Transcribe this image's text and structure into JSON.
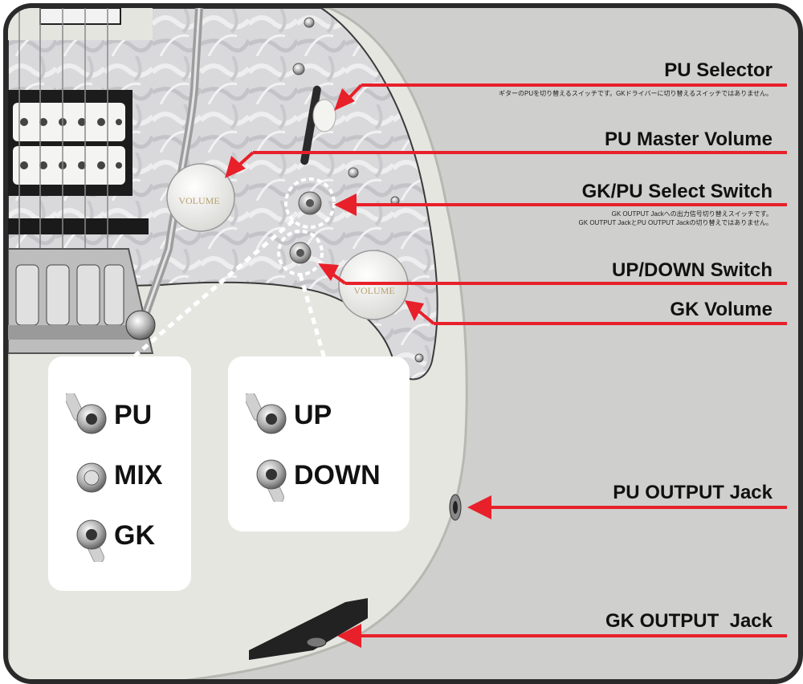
{
  "callouts": [
    {
      "id": "pu-selector",
      "label": "PU Selector",
      "notes": [
        "ギターのPUを切り替えるスイッチです。GKドライバーに切り替えるスイッチではありません。"
      ]
    },
    {
      "id": "pu-master-volume",
      "label": "PU Master Volume",
      "notes": []
    },
    {
      "id": "gk-pu-select-switch",
      "label": "GK/PU Select Switch",
      "notes": [
        "GK OUTPUT Jackへの出力信号切り替えスイッチです。",
        "GK OUTPUT JackとPU OUTPUT Jackの切り替えではありません。"
      ]
    },
    {
      "id": "up-down-switch",
      "label": "UP/DOWN Switch",
      "notes": []
    },
    {
      "id": "gk-volume",
      "label": "GK Volume",
      "notes": []
    },
    {
      "id": "pu-output-jack",
      "label": "PU OUTPUT Jack",
      "notes": []
    },
    {
      "id": "gk-output-jack",
      "label": "GK OUTPUT  Jack",
      "notes": []
    }
  ],
  "knob_text": [
    "VOLUME",
    "VOLUME"
  ],
  "switch_cards": [
    {
      "id": "gk-pu",
      "positions": [
        "PU",
        "MIX",
        "GK"
      ]
    },
    {
      "id": "up-down",
      "positions": [
        "UP",
        "DOWN"
      ]
    }
  ],
  "colors": {
    "arrow": "#e8202a",
    "background": "#cfcfcd",
    "body": "#e7e7e2",
    "pickguard": "#dcdcde",
    "frame": "#2a2a2a"
  }
}
